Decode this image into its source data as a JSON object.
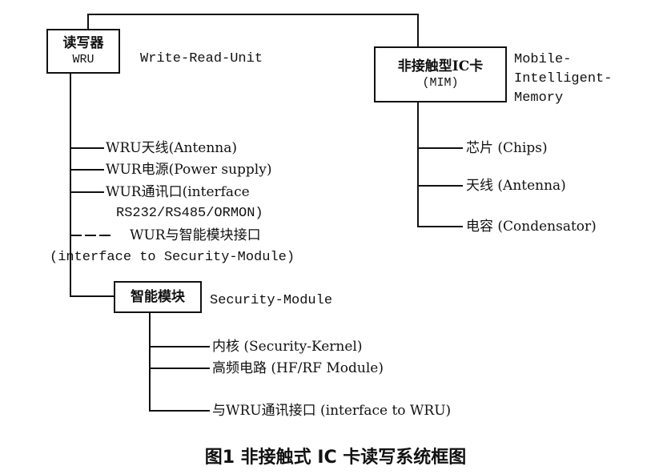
{
  "wru": {
    "line1": "读写器",
    "line2": "WRU",
    "full_name": "Write-Read-Unit"
  },
  "card": {
    "line1": "非接触型IC卡",
    "line2": "(MIM)",
    "full_name": [
      "Mobile-",
      "Intelligent-",
      "Memory"
    ],
    "parts": [
      "芯片 (Chips)",
      "天线 (Antenna)",
      "电容 (Condensator)"
    ]
  },
  "wru_parts": [
    "WRU天线(Antenna)",
    "WUR电源(Power supply)",
    "WUR通讯口(interface",
    "RS232/RS485/ORMON)",
    "WUR与智能模块接口",
    "(interface to Security-Module)"
  ],
  "security": {
    "label": "智能模块",
    "full_name": "Security-Module",
    "parts": [
      "内核 (Security-Kernel)",
      "高频电路 (HF/RF Module)",
      "与WRU通讯接口 (interface to WRU)"
    ]
  },
  "caption": "图1   非接触式 IC 卡读写系统框图"
}
